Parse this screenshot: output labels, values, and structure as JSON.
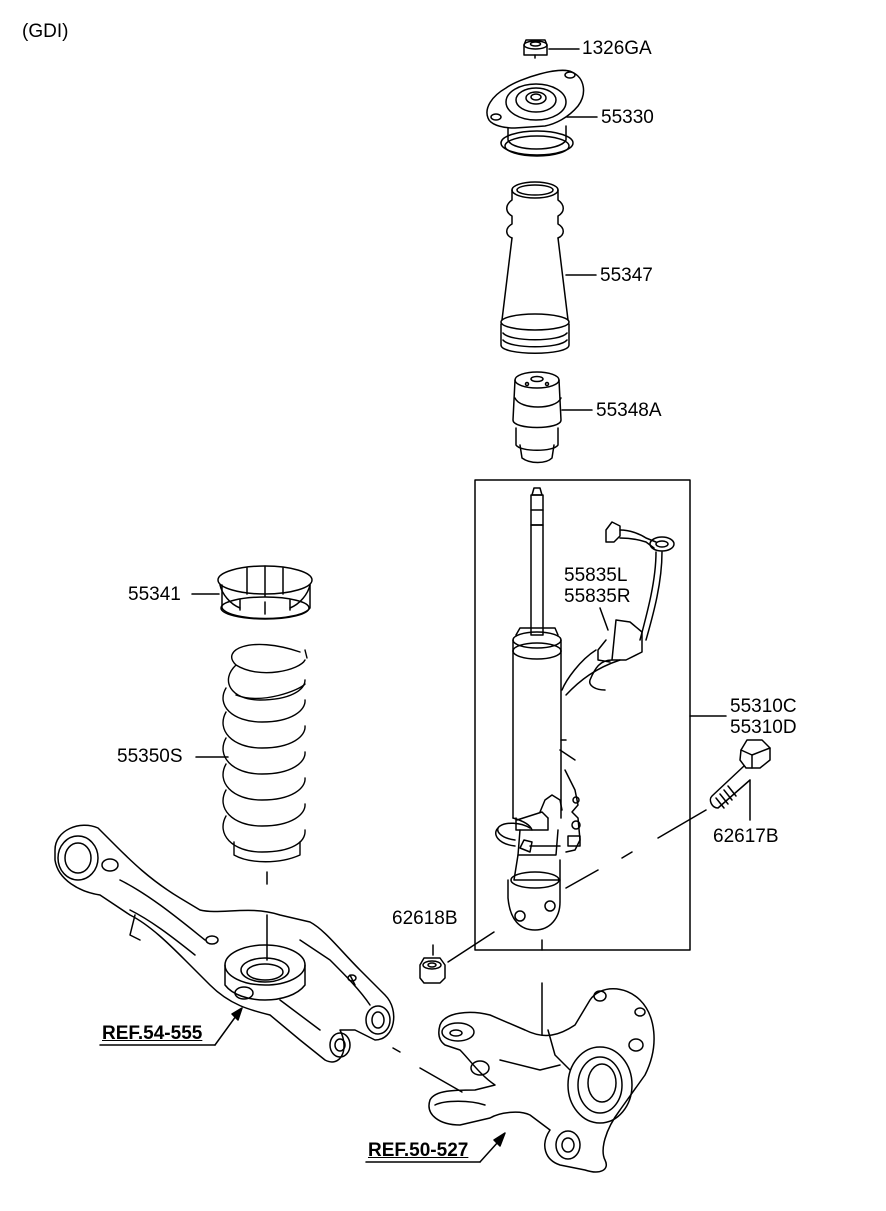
{
  "header": {
    "variant": "(GDI)"
  },
  "callouts": {
    "nut_top": "1326GA",
    "mount": "55330",
    "dust_cover": "55347",
    "bump_stopper": "55348A",
    "pad": "55341",
    "sensor_l": "55835L",
    "sensor_r": "55835R",
    "shock_c": "55310C",
    "shock_d": "55310D",
    "spring": "55350S",
    "bolt": "62617B",
    "nut": "62618B",
    "ref_crossmember": "REF.54-555",
    "ref_knuckle": "REF.50-527"
  }
}
